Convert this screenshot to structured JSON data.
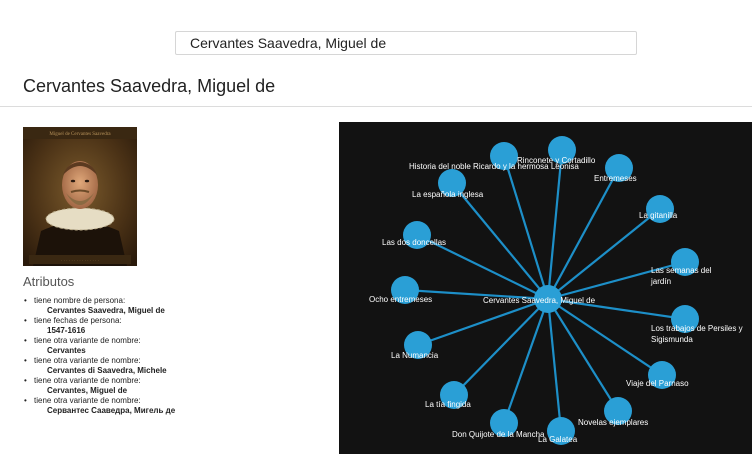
{
  "search": {
    "value": "Cervantes Saavedra, Miguel de"
  },
  "page": {
    "title": "Cervantes Saavedra, Miguel de"
  },
  "portrait": {
    "caption": "Miguel de Cervantes Saavedra"
  },
  "attributes": {
    "heading": "Atributos",
    "items": [
      {
        "label": "tiene nombre de persona:",
        "value": "Cervantes Saavedra, Miguel de"
      },
      {
        "label": "tiene fechas de persona:",
        "value": "1547-1616"
      },
      {
        "label": "tiene otra variante de nombre:",
        "value": "Cervantes"
      },
      {
        "label": "tiene otra variante de nombre:",
        "value": "Cervantes di Saavedra, Michele"
      },
      {
        "label": "tiene otra variante de nombre:",
        "value": "Cervantes, Miguel de"
      },
      {
        "label": "tiene otra variante de nombre:",
        "value": "Сервантес Сааведра, Мигель де"
      }
    ]
  },
  "graph": {
    "colors": {
      "background": "#121212",
      "node": "#2a9fd6",
      "edge": "#1d8fc8",
      "label": "#ffffff"
    },
    "center": {
      "label": "Cervantes Saavedra, Miguel de"
    },
    "works": [
      {
        "label": "Rinconete y Cortadillo"
      },
      {
        "label": "Historia del noble Ricardo y la hermosa Leonisa"
      },
      {
        "label": "Entremeses"
      },
      {
        "label": "La española inglesa"
      },
      {
        "label": "La gitanilla"
      },
      {
        "label": "Las dos doncellas"
      },
      {
        "label": "Las semanas del jardín"
      },
      {
        "label": "Ocho entremeses"
      },
      {
        "label": "Los trabajos de Persiles y Sigismunda"
      },
      {
        "label": "La Numancia"
      },
      {
        "label": "Viaje del Parnaso"
      },
      {
        "label": "La tía fingida"
      },
      {
        "label": "Novelas ejemplares"
      },
      {
        "label": "Don Quijote de la Mancha"
      },
      {
        "label": "La Galatea"
      }
    ]
  }
}
